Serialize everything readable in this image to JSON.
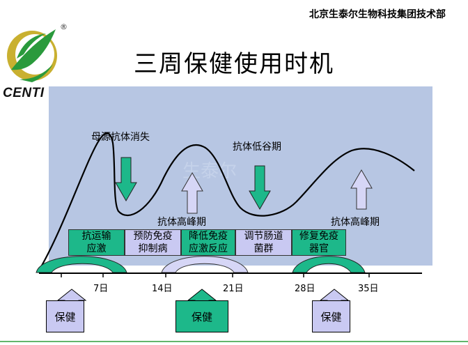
{
  "header": {
    "organization": "北京生泰尔生物科技集团技术部",
    "logo_text": "CENTI",
    "logo_reg": "®"
  },
  "title": "三周保健使用时机",
  "labels": {
    "maternal_antibody": "母源抗体消失",
    "antibody_low": "抗体低谷期",
    "antibody_peak_1": "抗体高峰期",
    "antibody_peak_2": "抗体高峰期",
    "watermark": "生泰尔"
  },
  "stages": [
    {
      "line1": "抗运输",
      "line2": "应激",
      "color": "#1db88a"
    },
    {
      "line1": "预防免疫",
      "line2": "抑制病",
      "color": "#c9c9f2"
    },
    {
      "line1": "降低免疫",
      "line2": "应激反应",
      "color": "#1db88a"
    },
    {
      "line1": "调节肠道",
      "line2": "菌群",
      "color": "#c9c9f2"
    },
    {
      "line1": "修复免疫",
      "line2": "器官",
      "color": "#1db88a"
    }
  ],
  "days": [
    "7日",
    "14日",
    "21日",
    "28日",
    "35日"
  ],
  "baojian": [
    {
      "label": "保健",
      "color": "#c9c9f2"
    },
    {
      "label": "保健",
      "color": "#1db88a"
    },
    {
      "label": "保健",
      "color": "#c9c9f2"
    }
  ],
  "colors": {
    "panel_bg": "#b7c6e3",
    "green": "#1db88a",
    "lavender": "#c9c9f2",
    "footer_line": "#2e9e3a"
  }
}
